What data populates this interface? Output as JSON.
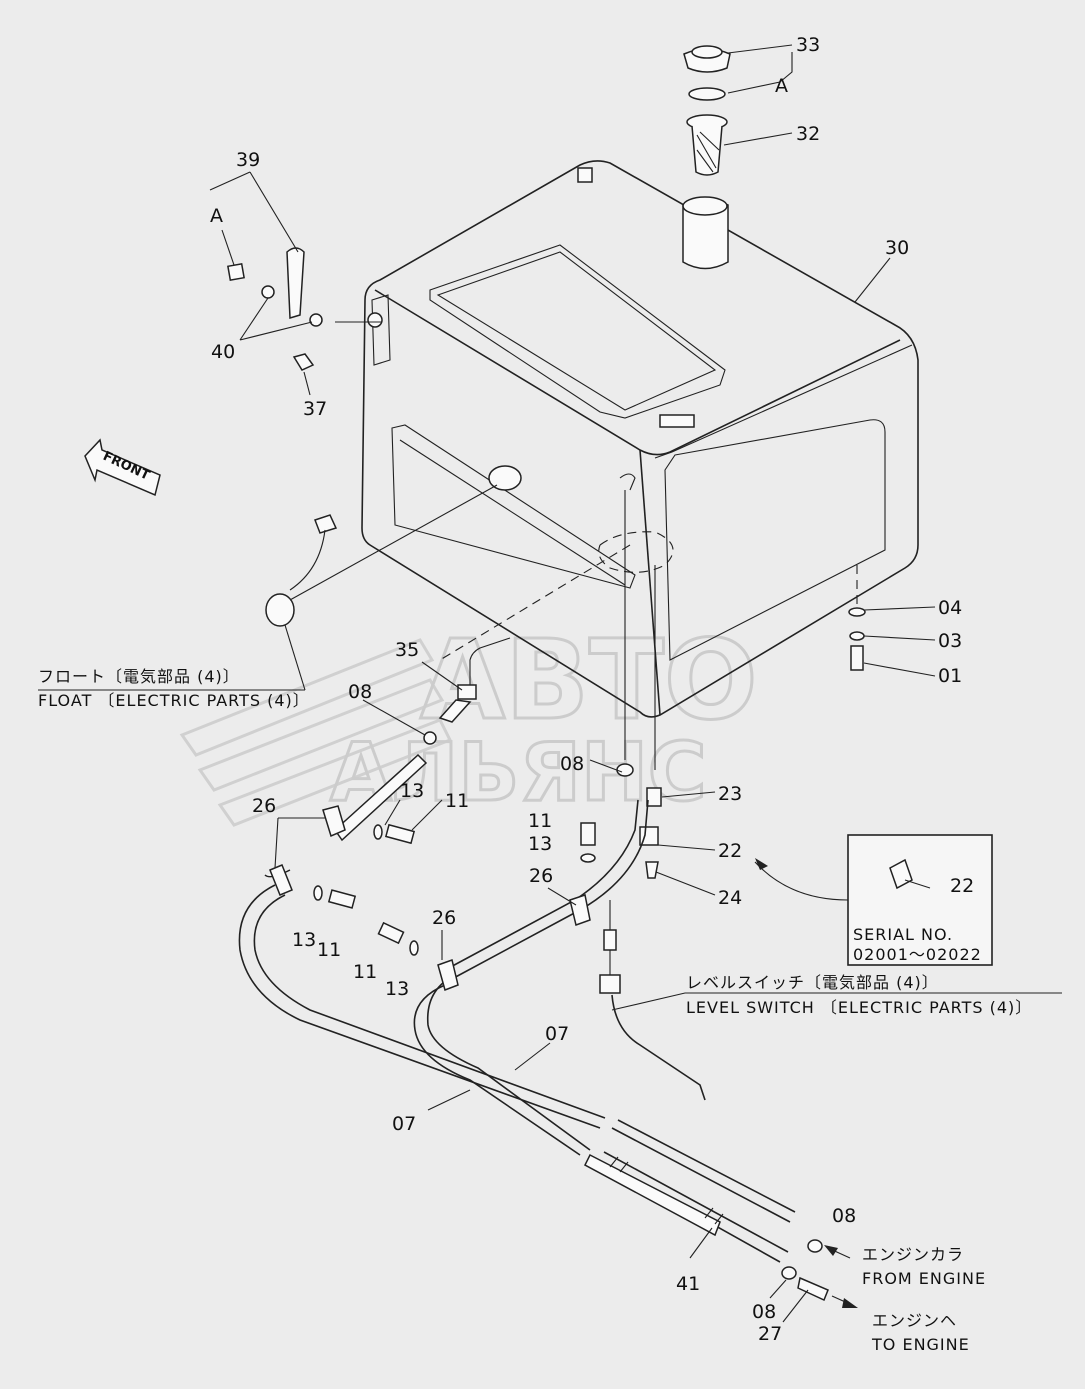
{
  "watermark": {
    "line1": "АВТО",
    "line2": "АЛЬЯНС"
  },
  "front_arrow": "FRONT",
  "callouts": {
    "c33": "33",
    "cA_top": "A",
    "c32": "32",
    "c30": "30",
    "c39": "39",
    "cA_left": "A",
    "c40": "40",
    "c37": "37",
    "c04": "04",
    "c03": "03",
    "c01": "01",
    "c35": "35",
    "c08_a": "08",
    "c08_b": "08",
    "c08_c": "08",
    "c08_d": "08",
    "c23": "23",
    "c22": "22",
    "c24": "24",
    "c26_a": "26",
    "c26_b": "26",
    "c26_c": "26",
    "c13_a": "13",
    "c11_a": "11",
    "c13_b": "13",
    "c11_b": "11",
    "c13_c": "13",
    "c11_c": "11",
    "c13_d": "13",
    "c11_d": "11",
    "c07_a": "07",
    "c07_b": "07",
    "c41": "41",
    "c27": "27"
  },
  "float_label": {
    "jp": "フロート〔電気部品 (4)〕",
    "en": "FLOAT 〔ELECTRIC PARTS (4)〕"
  },
  "level_switch_label": {
    "jp": "レベルスイッチ〔電気部品 (4)〕",
    "en": "LEVEL SWITCH 〔ELECTRIC PARTS (4)〕"
  },
  "serial_box": {
    "part_no": "22",
    "line1": "SERIAL  NO.",
    "line2": "02001～02022"
  },
  "from_engine": {
    "jp": "エンジンカラ",
    "en": "FROM  ENGINE"
  },
  "to_engine": {
    "jp": "エンジンヘ",
    "en": "TO  ENGINE"
  }
}
